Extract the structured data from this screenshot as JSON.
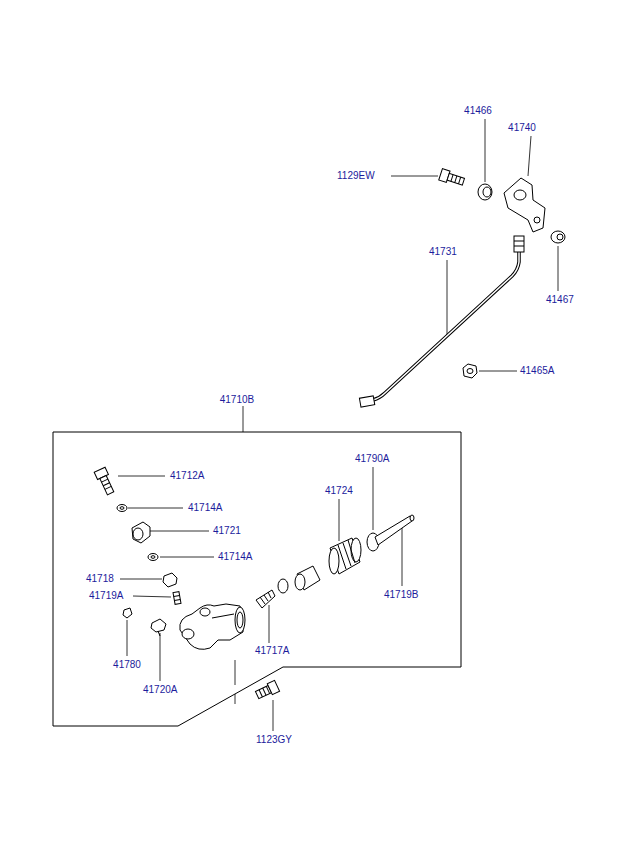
{
  "diagram": {
    "nodes": [
      {
        "text": [
          "41710B"
        ]
      }
    ],
    "labels": [
      "41466",
      "41740",
      "1129EW",
      "41731",
      "41467",
      "41465A",
      "41790A",
      "41724",
      "41712A",
      "41714A",
      "41721",
      "41714A",
      "41718",
      "41719A",
      "41719B",
      "41717A",
      "41780",
      "41720A",
      "1123GY"
    ]
  }
}
